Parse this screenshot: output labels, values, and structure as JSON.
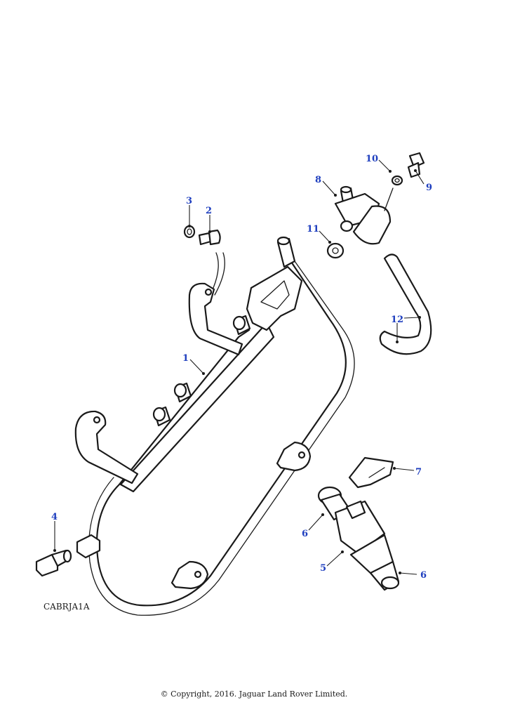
{
  "diagram": {
    "reference_code": "CABRJA1A",
    "copyright": "© Copyright, 2016. Jaguar Land Rover Limited.",
    "callouts": {
      "c1": "1",
      "c2": "2",
      "c3": "3",
      "c4": "4",
      "c5": "5",
      "c6a": "6",
      "c6b": "6",
      "c7": "7",
      "c8": "8",
      "c9": "9",
      "c10": "10",
      "c11": "11",
      "c12": "12"
    },
    "colors": {
      "callout": "#1f3fbf",
      "line": "#1a1a1a",
      "background": "#ffffff"
    }
  }
}
